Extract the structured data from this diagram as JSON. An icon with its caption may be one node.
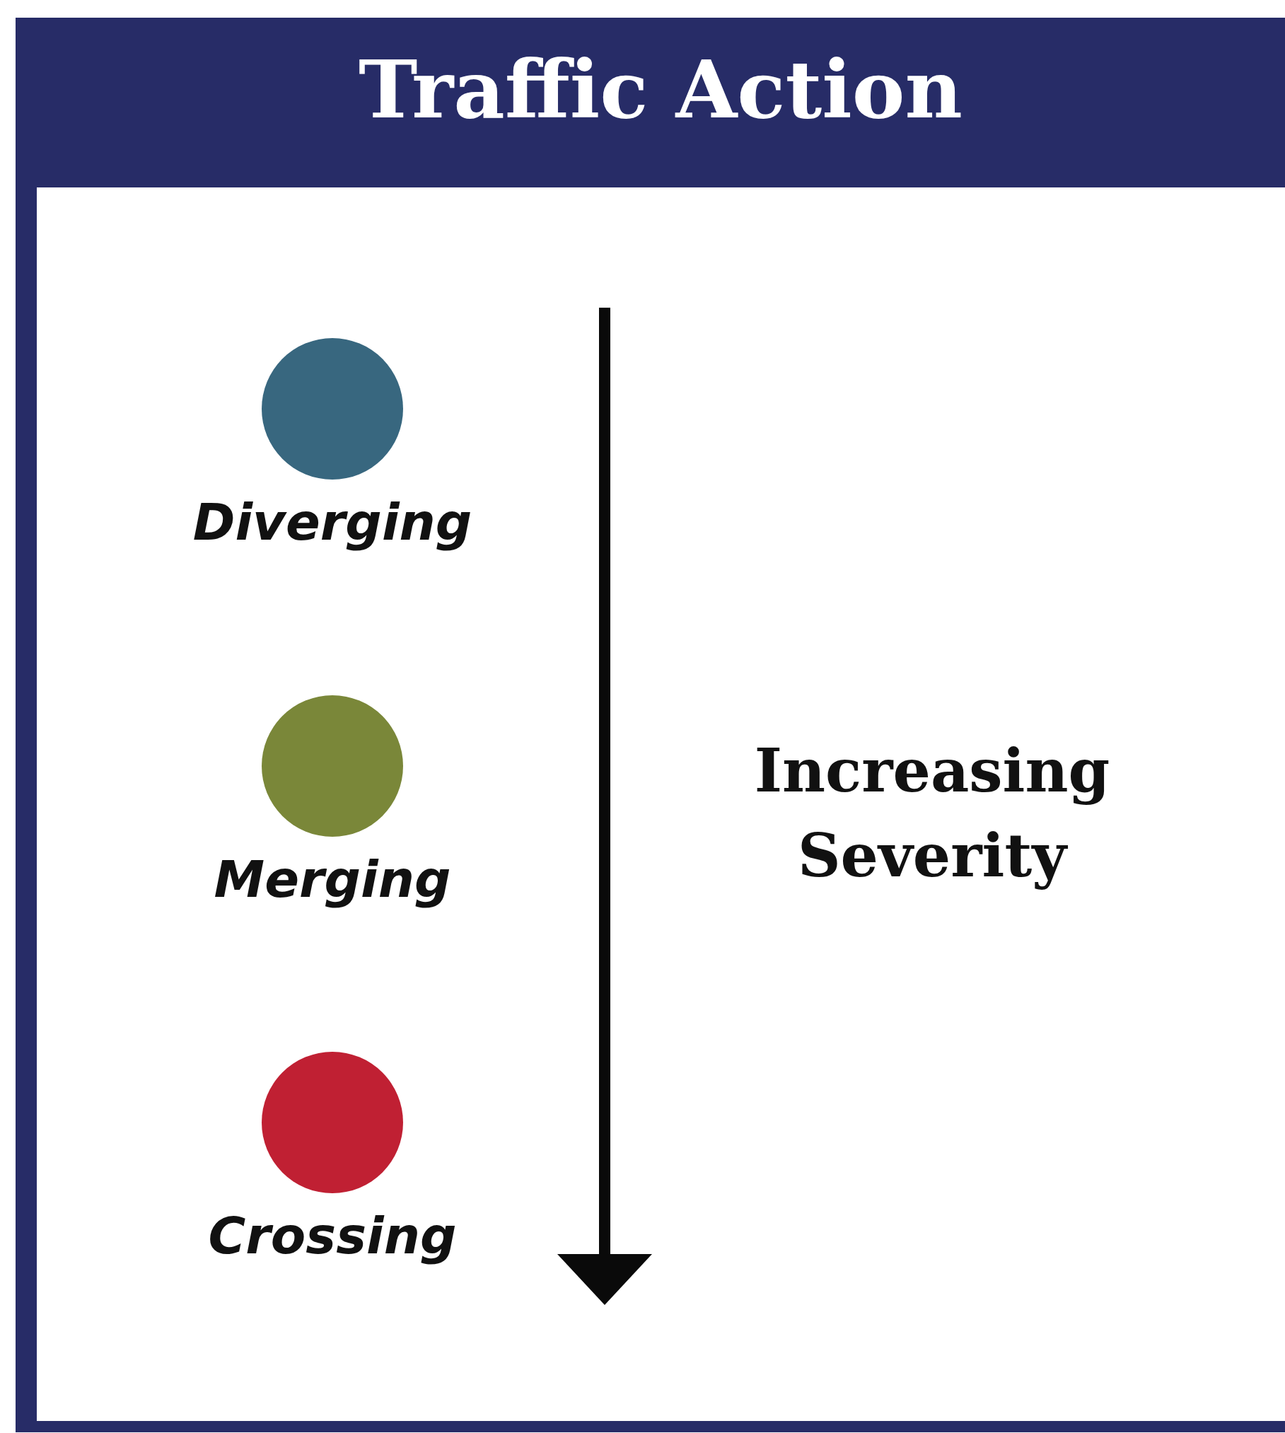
{
  "diagram": {
    "title": "Traffic Action",
    "nodes": [
      {
        "text": [
          "Diverging"
        ]
      },
      {
        "text": [
          "Merging"
        ]
      },
      {
        "text": [
          "Crossing"
        ]
      }
    ],
    "labels": [
      "Increasing Severity"
    ]
  }
}
